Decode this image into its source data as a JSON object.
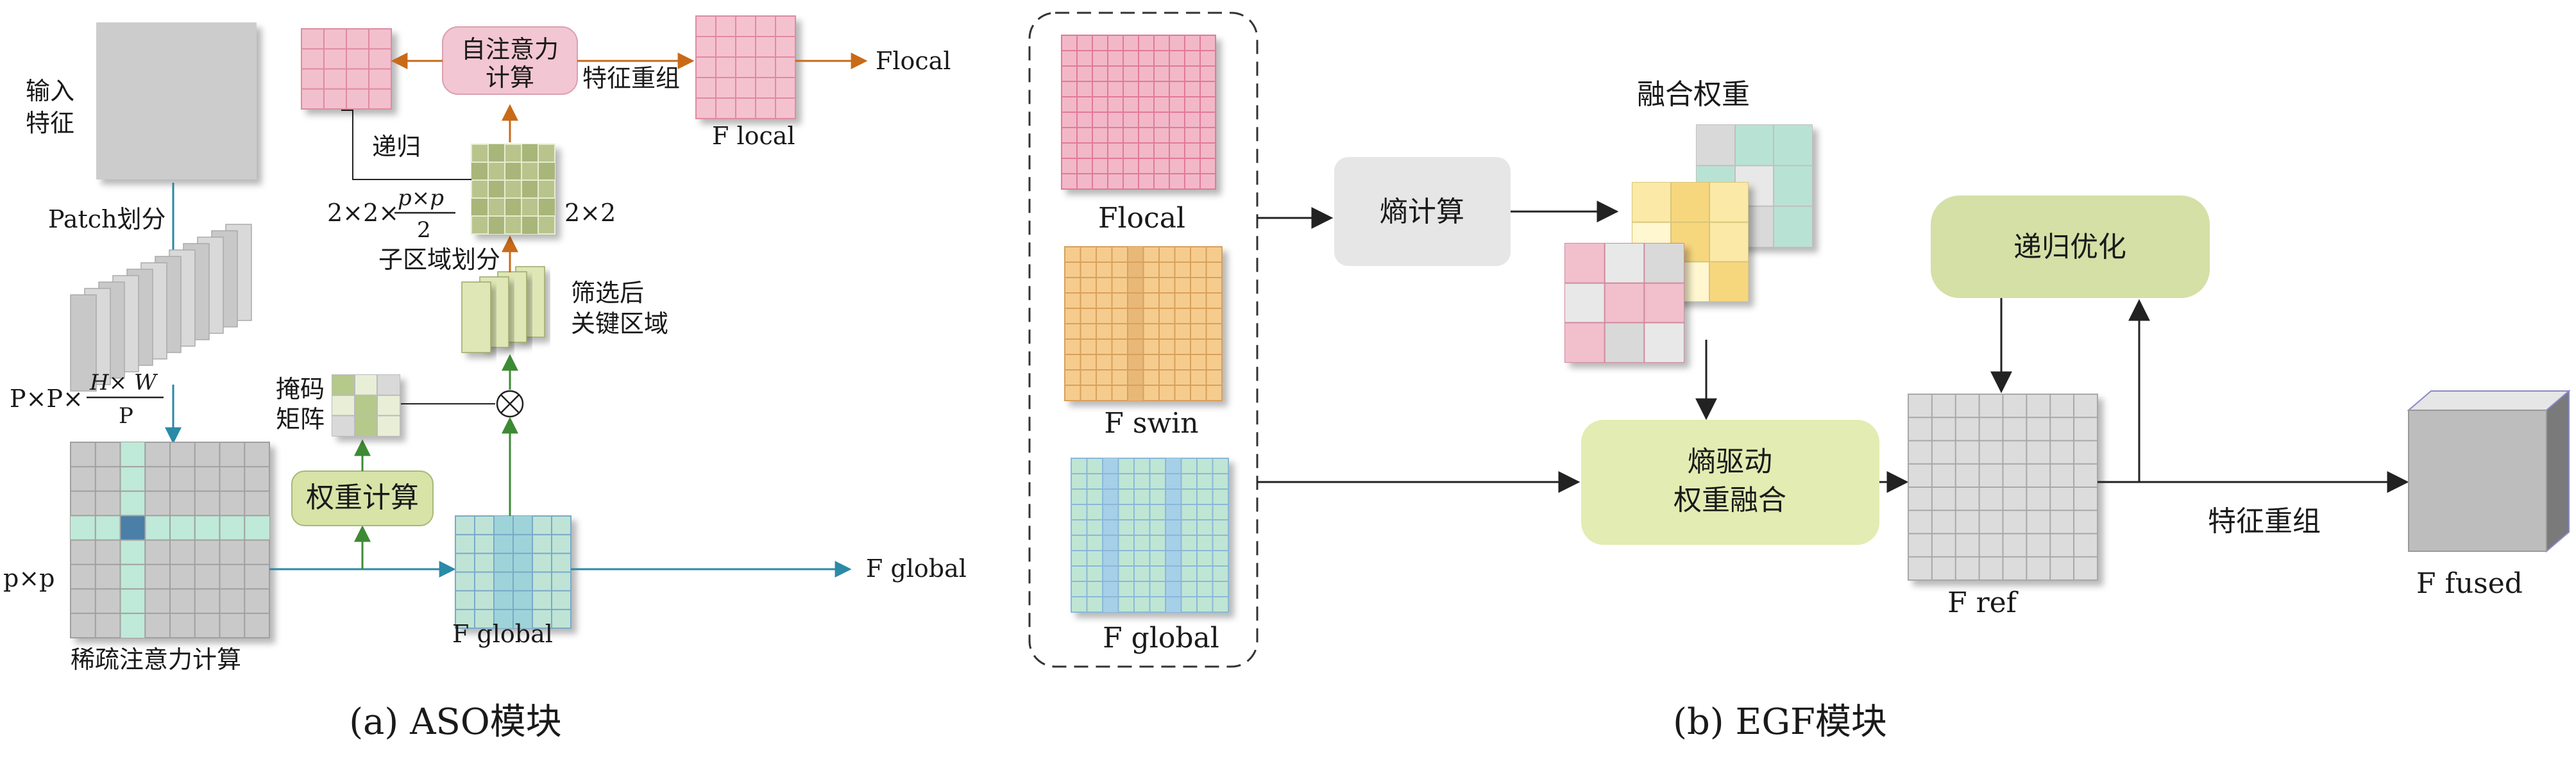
{
  "aso": {
    "input_label_1": "输入",
    "input_label_2": "特征",
    "patch_label": "Patch划分",
    "ppx_prefix": "P×P×",
    "hw_num": "H× W",
    "hw_den": "P",
    "sparse_label": "稀疏注意力计算",
    "pxp_label": "p×p",
    "weight_box": "权重计算",
    "mask_label_1": "掩码",
    "mask_label_2": "矩阵",
    "fglobal_grid_label": "F global",
    "fglobal_out": "F global",
    "filtered_label_1": "筛选后",
    "filtered_label_2": "关键区域",
    "subregion_label": "子区域划分",
    "dim_prefix": "2×2×",
    "dim_num": "p×p",
    "dim_den": "2",
    "dim_right": "2×2",
    "recursive_label": "递归",
    "self_attn_1": "自注意力",
    "self_attn_2": "计算",
    "reorg_label": "特征重组",
    "flocal_grid_label": "F local",
    "flocal_out": "Flocal",
    "caption": "(a) ASO模块"
  },
  "egf": {
    "flocal_label": "Flocal",
    "fswin_label": "F swin",
    "fglobal_label": "F global",
    "entropy_box": "熵计算",
    "fusion_weight_label": "融合权重",
    "entropy_fuse_1": "熵驱动",
    "entropy_fuse_2": "权重融合",
    "recursive_opt": "递归优化",
    "fref_label": "F ref",
    "reorg_label": "特征重组",
    "fused_label": "F fused",
    "caption": "(b) EGF模块"
  }
}
